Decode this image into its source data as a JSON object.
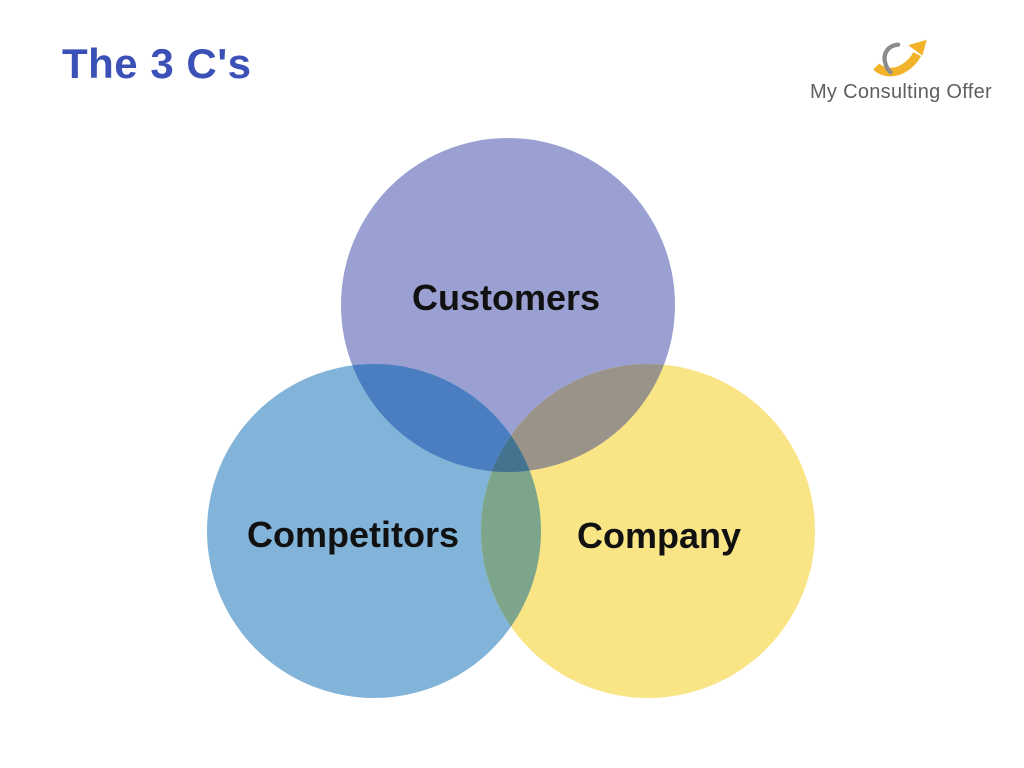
{
  "slide": {
    "title": "The 3 C's",
    "title_color": "#3C51B7",
    "background_color": "#FFFFFF"
  },
  "logo": {
    "text": "My Consulting Offer",
    "text_color": "#5F5F5F",
    "icon": "swoosh-arrow-up-right-icon",
    "arrow_color": "#F2B229",
    "crescent_color": "#8C8C8C"
  },
  "venn": {
    "label_color": "#111111",
    "circles": {
      "customers": {
        "label": "Customers",
        "color": "#9AA0D2"
      },
      "competitors": {
        "label": "Competitors",
        "color": "#82B4D9"
      },
      "company": {
        "label": "Company",
        "color": "#FAE586"
      }
    },
    "overlaps": {
      "customers_competitors": "#4A7EC0",
      "customers_company": "#9A938A",
      "competitors_company": "#7CA58C",
      "center": "#44738F"
    }
  }
}
